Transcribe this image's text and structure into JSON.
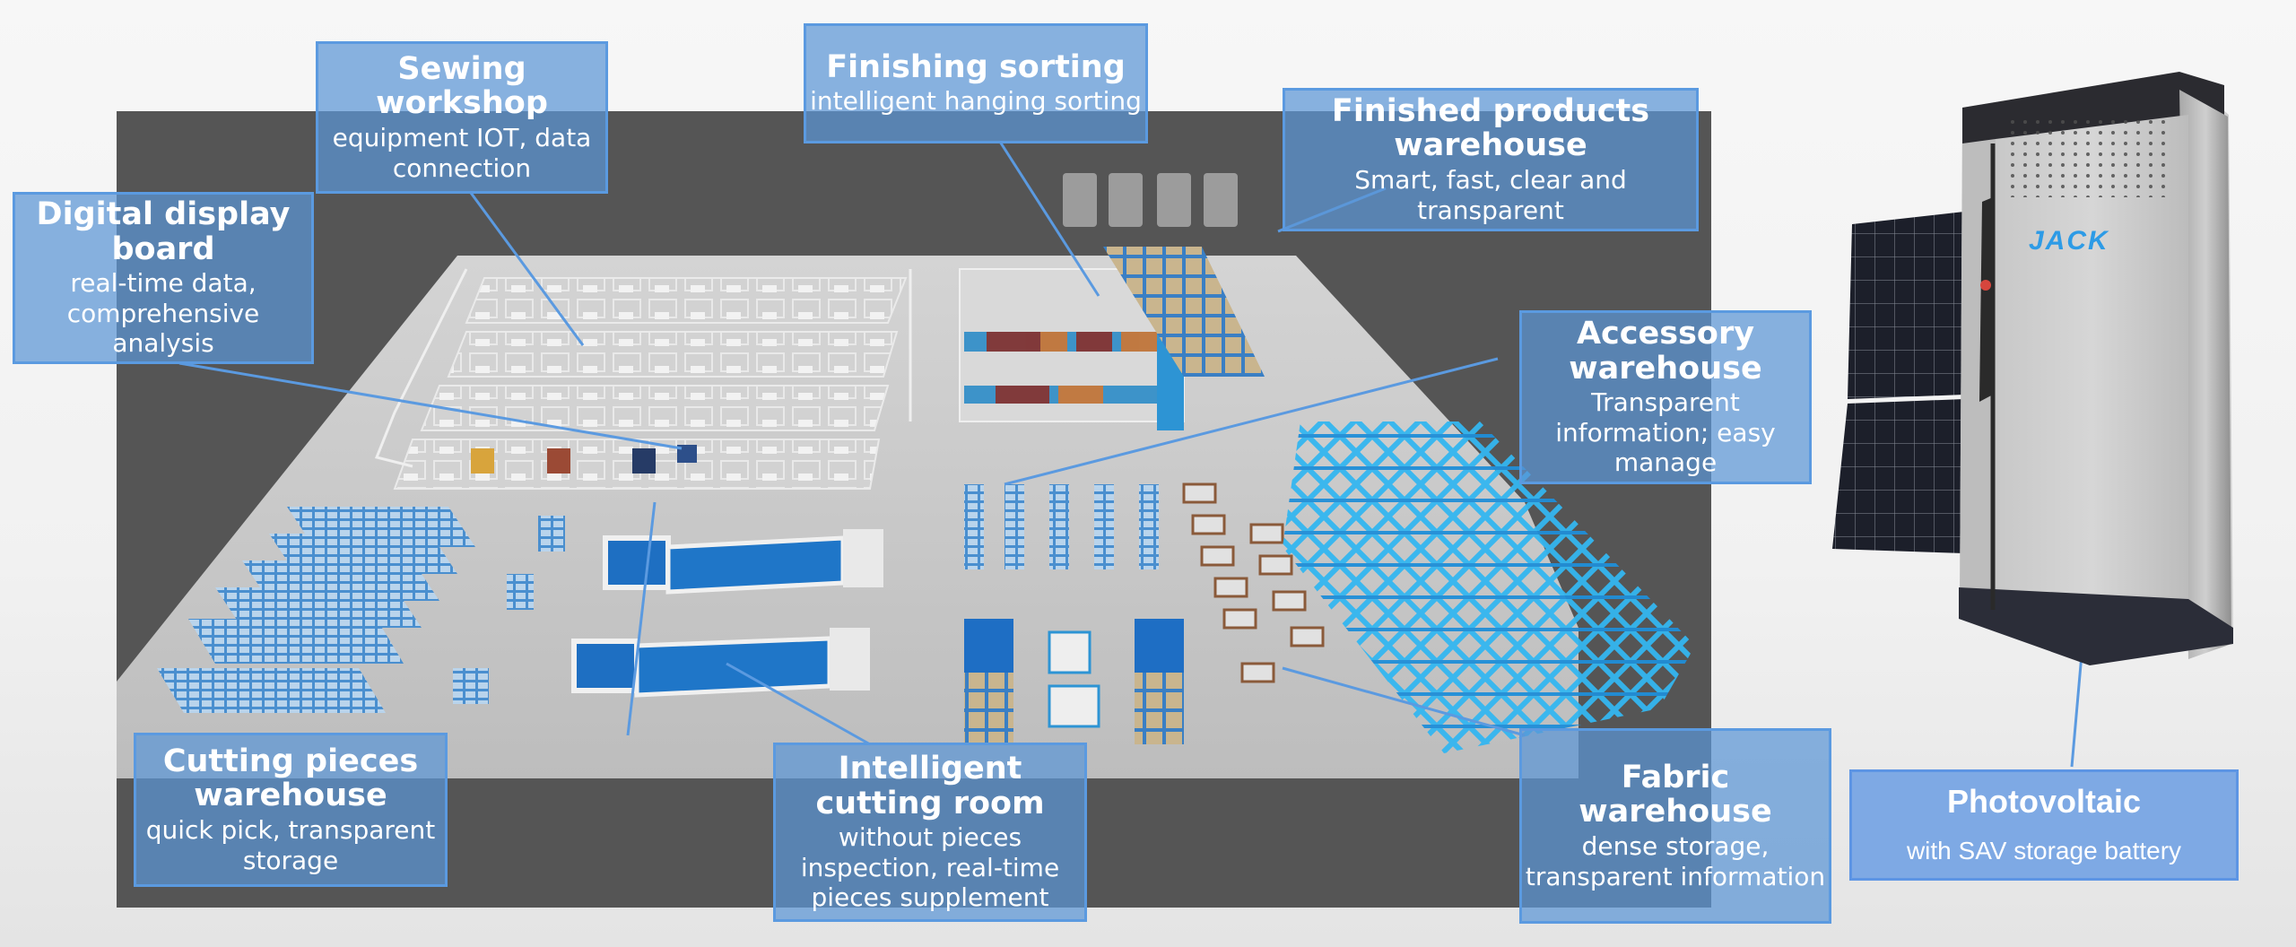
{
  "colors": {
    "callout_fill": "#5b96d6",
    "callout_border": "#5b9ae0",
    "dark_background": "#555555",
    "floor": "#c9c9c9",
    "rack_blue": "#2fb0ee",
    "brand_blue": "#2d9be6"
  },
  "callouts": {
    "sewing": {
      "title": "Sewing workshop",
      "desc": "equipment IOT, data connection"
    },
    "display": {
      "title": "Digital display board",
      "desc": "real-time data, comprehensive analysis"
    },
    "finishing": {
      "title": "Finishing sorting",
      "desc": "intelligent hanging sorting"
    },
    "finished_products": {
      "title": "Finished products warehouse",
      "desc": "Smart, fast, clear and transparent"
    },
    "accessory": {
      "title": "Accessory warehouse",
      "desc": "Transparent information; easy manage"
    },
    "cutting_pieces": {
      "title": "Cutting pieces warehouse",
      "desc": "quick pick, transparent storage"
    },
    "cutting_room": {
      "title": "Intelligent cutting room",
      "desc": "without pieces inspection, real-time pieces supplement"
    },
    "fabric": {
      "title": "Fabric warehouse",
      "desc": "dense storage, transparent information"
    },
    "photovoltaic": {
      "title": "Photovoltaic",
      "desc": "with SAV storage battery"
    }
  },
  "product": {
    "brand": "JACK"
  }
}
